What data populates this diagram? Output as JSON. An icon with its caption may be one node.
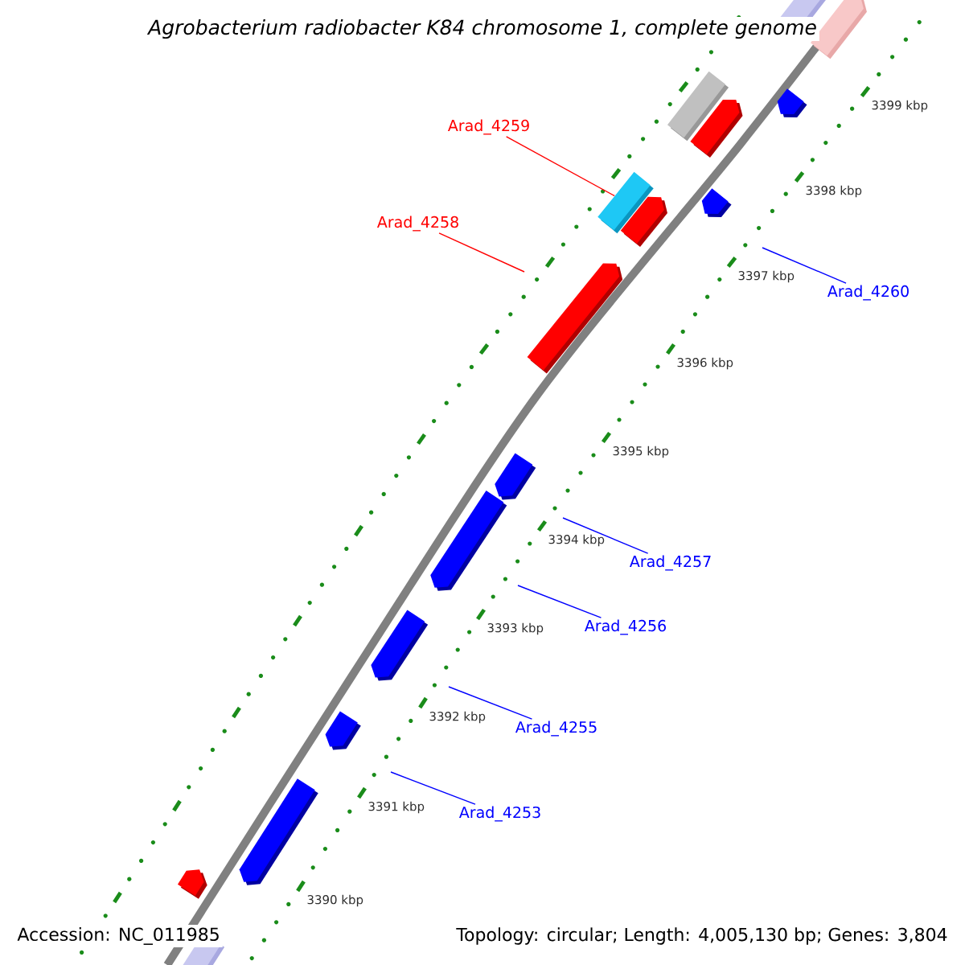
{
  "diagram": {
    "title": "Agrobacterium radiobacter K84 chromosome 1, complete genome",
    "nodes": [
      {
        "text": [
          "Arad_4259"
        ]
      },
      {
        "text": [
          "Arad_4258"
        ]
      },
      {
        "text": [
          "Arad_4260"
        ]
      },
      {
        "text": [
          "Arad_4257"
        ]
      },
      {
        "text": [
          "Arad_4256"
        ]
      },
      {
        "text": [
          "Arad_4255"
        ]
      },
      {
        "text": [
          "Arad_4253"
        ]
      },
      {
        "text": [],
        "shape": "bar"
      }
    ],
    "edges": [
      {
        "from": 0,
        "to": 7,
        "arrow": "none",
        "color": "#ff0000"
      },
      {
        "from": 1,
        "to": null,
        "arrow": "none",
        "color": "#ff0000"
      },
      {
        "from": 2,
        "to": null,
        "arrow": "none"
      },
      {
        "from": 3,
        "to": null,
        "arrow": "none"
      },
      {
        "from": 4,
        "to": null,
        "arrow": "none"
      },
      {
        "from": 5,
        "to": null,
        "arrow": "none"
      },
      {
        "from": 6,
        "to": null,
        "arrow": "none"
      }
    ],
    "labels": [
      "3399 kbp",
      "3398 kbp",
      "3397 kbp",
      "3396 kbp",
      "3395 kbp",
      "3394 kbp",
      "3393 kbp",
      "3392 kbp",
      "3391 kbp",
      "3390 kbp",
      "Accession: NC_011985",
      "Topology: circular; Length: 4,005,130 bp; Genes: 3,804"
    ]
  }
}
